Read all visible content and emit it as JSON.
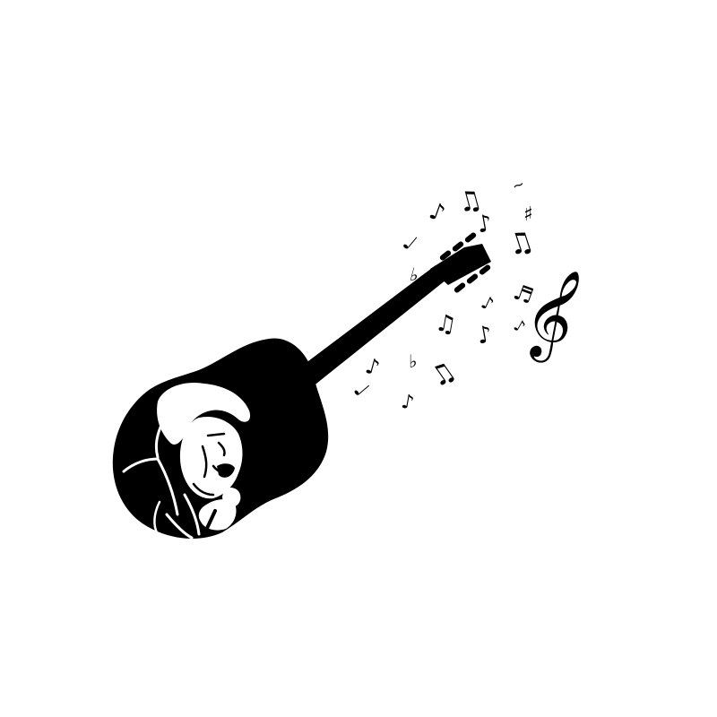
{
  "artwork": {
    "ink_color": "#000000",
    "background_color": "#ffffff",
    "elements": [
      "guitar-silhouette",
      "singer-portrait-with-microphone",
      "music-notes",
      "treble-clef",
      "sharp-sign",
      "flat-signs"
    ]
  }
}
